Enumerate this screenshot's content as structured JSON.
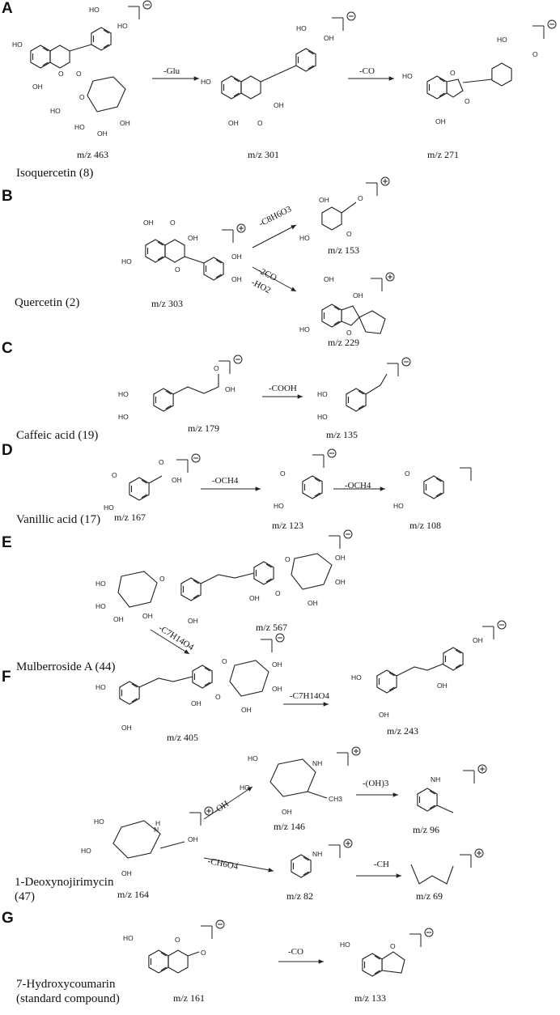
{
  "panels": {
    "A": {
      "letter": "A",
      "compound": "Isoquercetin (8)",
      "mz": [
        "m/z 463",
        "m/z 301",
        "m/z 271"
      ],
      "reactions": [
        "-Glu",
        "-CO"
      ]
    },
    "B": {
      "letter": "B",
      "compound": "Quercetin (2)",
      "mz": [
        "m/z 303",
        "m/z 153",
        "m/z 229"
      ],
      "reactions": [
        "-C8H6O3",
        "-2CO",
        "-HO2"
      ]
    },
    "C": {
      "letter": "C",
      "compound": "Caffeic acid (19)",
      "mz": [
        "m/z 179",
        "m/z 135"
      ],
      "reactions": [
        "-COOH"
      ]
    },
    "D": {
      "letter": "D",
      "compound": "Vanillic acid (17)",
      "mz": [
        "m/z 167",
        "m/z 123",
        "m/z 108"
      ],
      "reactions": [
        "-OCH4",
        "-OCH4"
      ]
    },
    "E": {
      "letter": "E",
      "compound": "Mulberroside A (44)",
      "mz": [
        "m/z 567",
        "m/z 405",
        "m/z 243"
      ],
      "reactions": [
        "-C7H14O4",
        "-C7H14O4"
      ]
    },
    "F": {
      "letter": "F",
      "compound_line1": "1-Deoxynojirimycin",
      "compound_line2": "(47)",
      "mz": [
        "m/z 164",
        "m/z 146",
        "m/z 96",
        "m/z 82",
        "m/z 69"
      ],
      "reactions": [
        "-OH",
        "-(OH)3",
        "-CH6O4",
        "-CH"
      ]
    },
    "G": {
      "letter": "G",
      "compound_line1": "7-Hydroxycoumarin",
      "compound_line2": "(standard compound)",
      "mz": [
        "m/z 161",
        "m/z 133"
      ],
      "reactions": [
        "-CO"
      ]
    }
  }
}
